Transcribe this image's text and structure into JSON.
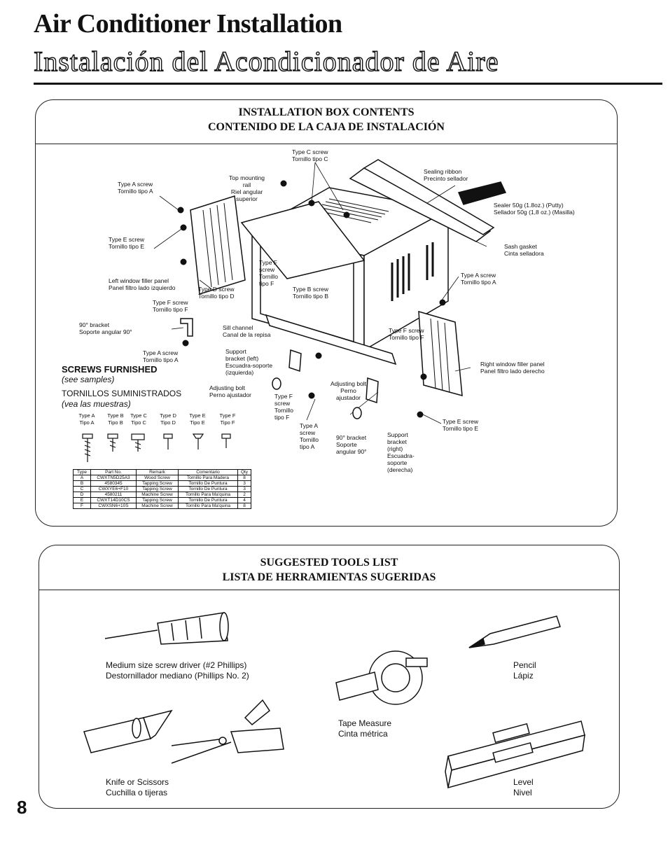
{
  "header": {
    "title_en": "Air Conditioner Installation",
    "title_es": "Instalación del Acondicionador de Aire"
  },
  "box_contents": {
    "heading_en": "INSTALLATION BOX CONTENTS",
    "heading_es": "CONTENIDO DE LA CAJA DE INSTALACIÓN",
    "labels": {
      "type_c": "Type C screw\nTornillo tipo C",
      "top_rail": "Top mounting\nrail\nRiel angular\nsuperior",
      "type_a_left": "Type A screw\nTornillo tipo A",
      "type_e_left": "Type E screw\nTornillo tipo E",
      "left_panel": "Left window filler panel\nPanel filtro lado izquierdo",
      "type_d": "Type D screw\nTornillo tipo D",
      "type_f_left": "Type F screw\nTornillo tipo F",
      "type_f_inner": "Type F\nscrew\nTornillo\ntipo F",
      "type_b": "Type B screw\nTornillo tipo B",
      "bracket_90_left": "90° bracket\nSoporte angular 90°",
      "type_a_bottom": "Type A screw\nTornillo tipo A",
      "sill_channel": "Sill channel\nCanal de la repisa",
      "support_left": "Support\nbracket (left)\nEscuadra-soporte\n(izquierda)",
      "adjusting_bolt": "Adjusting bolt\nPerno ajustador",
      "type_f_bottom": "Type F\nscrew\nTornillo\ntipo F",
      "type_a_center": "Type A\nscrew\nTornillo\ntipo A",
      "bracket_90_center": "90° bracket\nSoporte\nangular 90°",
      "adjusting_bolt_2": "Adjusting bolt\nPerno\najustador",
      "support_right": "Support\nbracket\n(right)\nEscuadra-\nsoporte\n(derecha)",
      "type_f_right": "Type F screw\nTornillo tipo F",
      "sealing_ribbon": "Sealing ribbon\nPrecinto sellador",
      "sealer": "Sealer 50g (1.8oz.) (Putty)\nSellador 50g (1,8 oz.) (Masilla)",
      "sash_gasket": "Sash gasket\nCinta selladora",
      "type_a_right": "Type A screw\nTornillo tipo A",
      "right_panel": "Right window filler panel\nPanel filtro lado derecho",
      "type_e_right": "Type E screw\nTornillo tipo E"
    },
    "screws": {
      "title": "SCREWS FURNISHED",
      "subtitle": "(see samples)",
      "title_es": "TORNILLOS SUMINISTRADOS",
      "subtitle_es": "(vea las muestras)",
      "types": [
        {
          "en": "Type A",
          "es": "Tipo A"
        },
        {
          "en": "Type B",
          "es": "Tipo B"
        },
        {
          "en": "Type C",
          "es": "Tipo C"
        },
        {
          "en": "Type D",
          "es": "Tipo D"
        },
        {
          "en": "Type E",
          "es": "Tipo E"
        },
        {
          "en": "Type F",
          "es": "Tipo F"
        }
      ]
    },
    "parts_table": {
      "headers": [
        "Type",
        "Part No.",
        "Remark",
        "Comentario",
        "Qty"
      ],
      "rows": [
        [
          "A",
          "CWXTN5D25A3",
          "Wood Screw",
          "Tornillo Para Madera",
          "8"
        ],
        [
          "B",
          "4580345",
          "Tapping Screw",
          "Tornillo De Puntura",
          "3"
        ],
        [
          "C",
          "CWXYE6+F10",
          "Tapping Screw",
          "Tornillo De Puntura",
          "3"
        ],
        [
          "D",
          "4580211",
          "Machine Screw",
          "Tornillo Para Ma'quina",
          "2"
        ],
        [
          "E",
          "CWXT14D10CS",
          "Tapping Screw",
          "Tornillo De Puntura",
          "4"
        ],
        [
          "F",
          "CWXSN6+10S",
          "Machine Screw",
          "Tornillo Para Ma'quina",
          "8"
        ]
      ]
    }
  },
  "tools": {
    "heading_en": "SUGGESTED TOOLS LIST",
    "heading_es": "LISTA DE HERRAMIENTAS SUGERIDAS",
    "items": {
      "screwdriver": "Medium size screw driver (#2 Phillips)\nDestornillador mediano (Phillips No. 2)",
      "pencil": "Pencil\nLápiz",
      "tape": "Tape Measure\nCinta métrica",
      "knife": "Knife or Scissors\nCuchilla o tijeras",
      "level": "Level\nNivel"
    }
  },
  "page_number": "8"
}
